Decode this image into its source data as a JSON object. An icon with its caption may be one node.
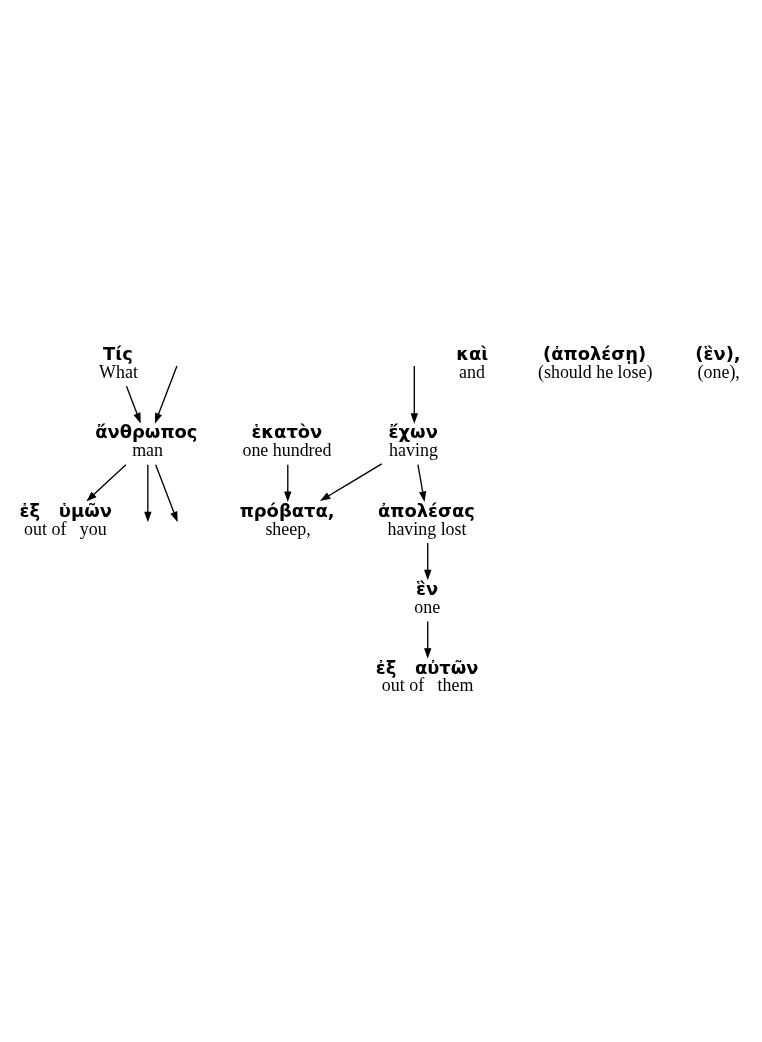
{
  "diagram": {
    "nodes": [
      {
        "text": [
          "Τίς",
          "What"
        ]
      },
      {
        "text": [
          "ἄνθρωπος",
          "man"
        ]
      },
      {
        "text": [
          "ἐξ   ὑμῶν",
          "out of   you"
        ]
      },
      {
        "text": [
          "ἔχων",
          "having"
        ]
      },
      {
        "text": [
          "ἑκατὸν",
          "one hundred"
        ]
      },
      {
        "text": [
          "πρόβατα,",
          "sheep,"
        ]
      },
      {
        "text": [
          "καὶ",
          "and"
        ]
      },
      {
        "text": [
          "ἀπολέσας",
          "having lost"
        ]
      },
      {
        "text": [
          "(ἀπολέσῃ)",
          "(should he lose)"
        ]
      },
      {
        "text": [
          "ἓν",
          "one"
        ]
      },
      {
        "text": [
          "ἐξ   αὐτῶν",
          "out of   them"
        ]
      },
      {
        "text": [
          "(ἓν),",
          "(one),"
        ]
      }
    ],
    "edges": [
      {
        "from": null,
        "to": 1,
        "arrow": "to"
      },
      {
        "from": 0,
        "to": 1,
        "arrow": "to"
      },
      {
        "from": 1,
        "to": 2,
        "arrow": "to"
      },
      {
        "from": 1,
        "to": null,
        "arrow": "to"
      },
      {
        "from": 1,
        "to": null,
        "arrow": "to"
      },
      {
        "from": null,
        "to": 3,
        "arrow": "to"
      },
      {
        "from": 3,
        "to": 5,
        "arrow": "to"
      },
      {
        "from": 4,
        "to": 5,
        "arrow": "to"
      },
      {
        "from": 3,
        "to": 7,
        "arrow": "to"
      },
      {
        "from": 7,
        "to": 9,
        "arrow": "to"
      },
      {
        "from": 9,
        "to": 10,
        "arrow": "to"
      }
    ]
  }
}
